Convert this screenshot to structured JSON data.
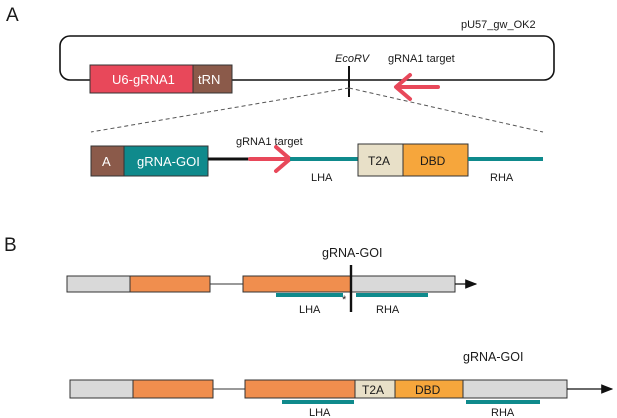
{
  "panel_a": {
    "label": "A",
    "plasmid_name": "pU57_gw_OK2",
    "u6_box": "U6-gRNA1",
    "trn_box": "tRN",
    "site": "EcoRV",
    "target_top": "gRNA1 target",
    "insert": {
      "a_box": "A",
      "goi_box": "gRNA-GOI",
      "target": "gRNA1 target",
      "lha": "LHA",
      "t2a": "T2A",
      "dbd": "DBD",
      "rha": "RHA"
    }
  },
  "panel_b": {
    "label": "B",
    "top": {
      "title": "gRNA-GOI",
      "lha": "LHA",
      "rha": "RHA",
      "cut_mark": "*"
    },
    "bottom": {
      "title": "gRNA-GOI",
      "t2a": "T2A",
      "dbd": "DBD",
      "lha": "LHA",
      "rha": "RHA"
    }
  },
  "colors": {
    "red": "#e8485a",
    "brown": "#8b5a4a",
    "teal": "#0f8a8c",
    "beige": "#e8e0c8",
    "orange": "#f6a63c",
    "exon": "#f08e4e",
    "grey": "#d9d9d9",
    "arrow_red": "#e8485a"
  }
}
